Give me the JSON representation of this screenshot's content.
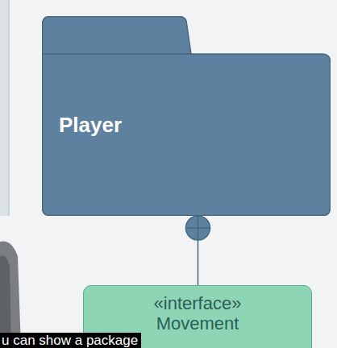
{
  "diagram": {
    "nodes": [
      {
        "text": [
          "Player"
        ]
      },
      {
        "text": [
          "«interface»",
          "Movement"
        ]
      }
    ],
    "edges": [
      {
        "from": 1,
        "to": 0,
        "arrow": "to"
      }
    ],
    "labels": [
      "u can show a package"
    ]
  }
}
